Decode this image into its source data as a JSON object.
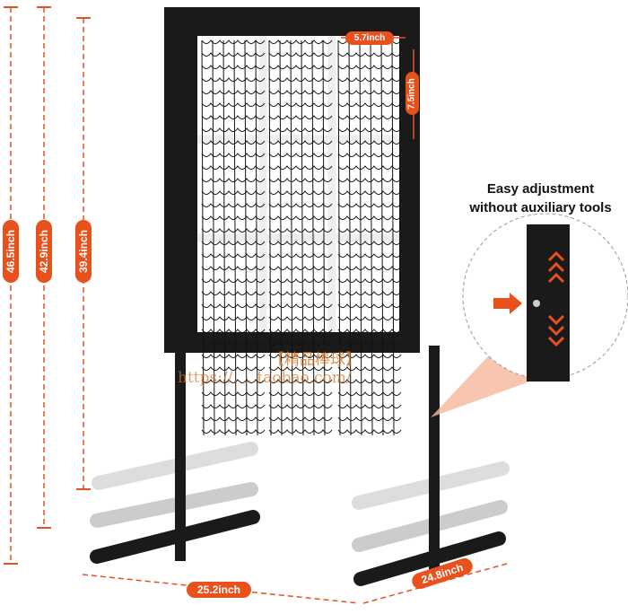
{
  "dimensions": {
    "overall_height": "46.5inch",
    "frame_top_height": "42.9inch",
    "frame_height": "39.4inch",
    "pocket_width": "5.7inch",
    "pocket_height": "7.5inch",
    "base_width": "25.2inch",
    "base_depth": "24.8inch"
  },
  "callout": {
    "line1": "Easy adjustment",
    "line2": "without auxiliary tools"
  },
  "watermark": {
    "shop": "【精品棒球】",
    "url": "https://.....taobao.com/"
  },
  "colors": {
    "accent": "#e8501c",
    "frame": "#1a1a1a"
  }
}
